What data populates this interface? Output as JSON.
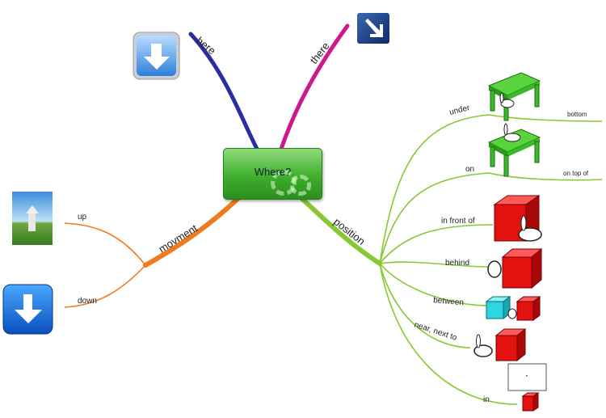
{
  "central": {
    "title": "Where?"
  },
  "branches": {
    "here": "here",
    "there": "there",
    "movement": "movment",
    "position": "position"
  },
  "movement_items": {
    "up": "up",
    "down": "down"
  },
  "position_items": {
    "under": "under",
    "on": "on",
    "in_front_of": "in front of",
    "behind": "behind",
    "between": "between",
    "near": "near, next to",
    "in": "in"
  },
  "notes": {
    "bottom": "bottom",
    "on_top_of": "on top of"
  },
  "colors": {
    "here": "#2a2ea0",
    "there": "#cc1a8c",
    "movement": "#f07a1e",
    "position": "#88c832",
    "cube": "#e41111",
    "cyan_cube": "#2fd6e0",
    "table": "#3cb92a"
  },
  "icons": [
    "down-arrow-icon",
    "down-right-arrow-icon",
    "up-arrow-photo-icon",
    "table-icon",
    "rabbit-icon",
    "red-cube-icon",
    "cyan-cube-icon",
    "gears-icon"
  ]
}
